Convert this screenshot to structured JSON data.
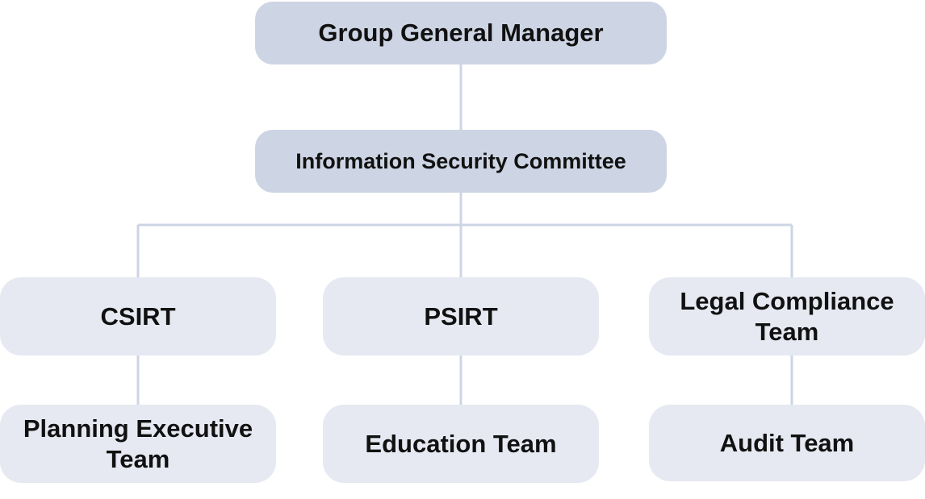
{
  "org_chart": {
    "top": {
      "label": "Group General Manager"
    },
    "committee": {
      "label": "Information Security Committee"
    },
    "teams": [
      {
        "label": "CSIRT",
        "sub": {
          "label": "Planning Executive Team"
        }
      },
      {
        "label": "PSIRT",
        "sub": {
          "label": "Education Team"
        }
      },
      {
        "label": "Legal Compliance Team",
        "sub": {
          "label": "Audit Team"
        }
      }
    ]
  },
  "colors": {
    "connector": "#cdd5e4",
    "upper_box_fill": "#cdd5e4",
    "lower_box_fill": "#e6e9f2",
    "text": "#111111"
  }
}
